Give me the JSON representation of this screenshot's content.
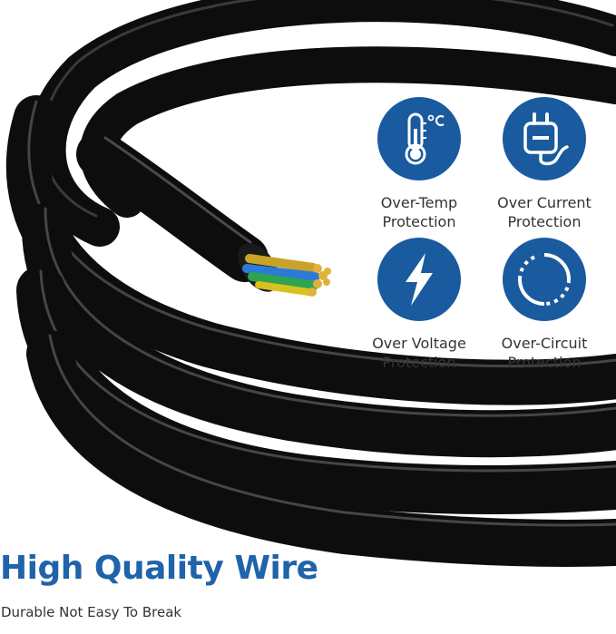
{
  "features": [
    {
      "icon": "thermometer-celsius-icon",
      "line1": "Over-Temp",
      "line2": "Protection"
    },
    {
      "icon": "plug-icon",
      "line1": "Over Current",
      "line2": "Protection"
    },
    {
      "icon": "lightning-bolt-icon",
      "line1": "Over Voltage",
      "line2": "Protection"
    },
    {
      "icon": "circuit-ring-icon",
      "line1": "Over-Circuit",
      "line2": "Protection"
    }
  ],
  "headline": "High Quality Wire",
  "tagline": "Durable Not Easy To Break",
  "colors": {
    "accent": "#1a5a9e",
    "headline": "#1f63aa",
    "cable": "#0d0d0d"
  }
}
